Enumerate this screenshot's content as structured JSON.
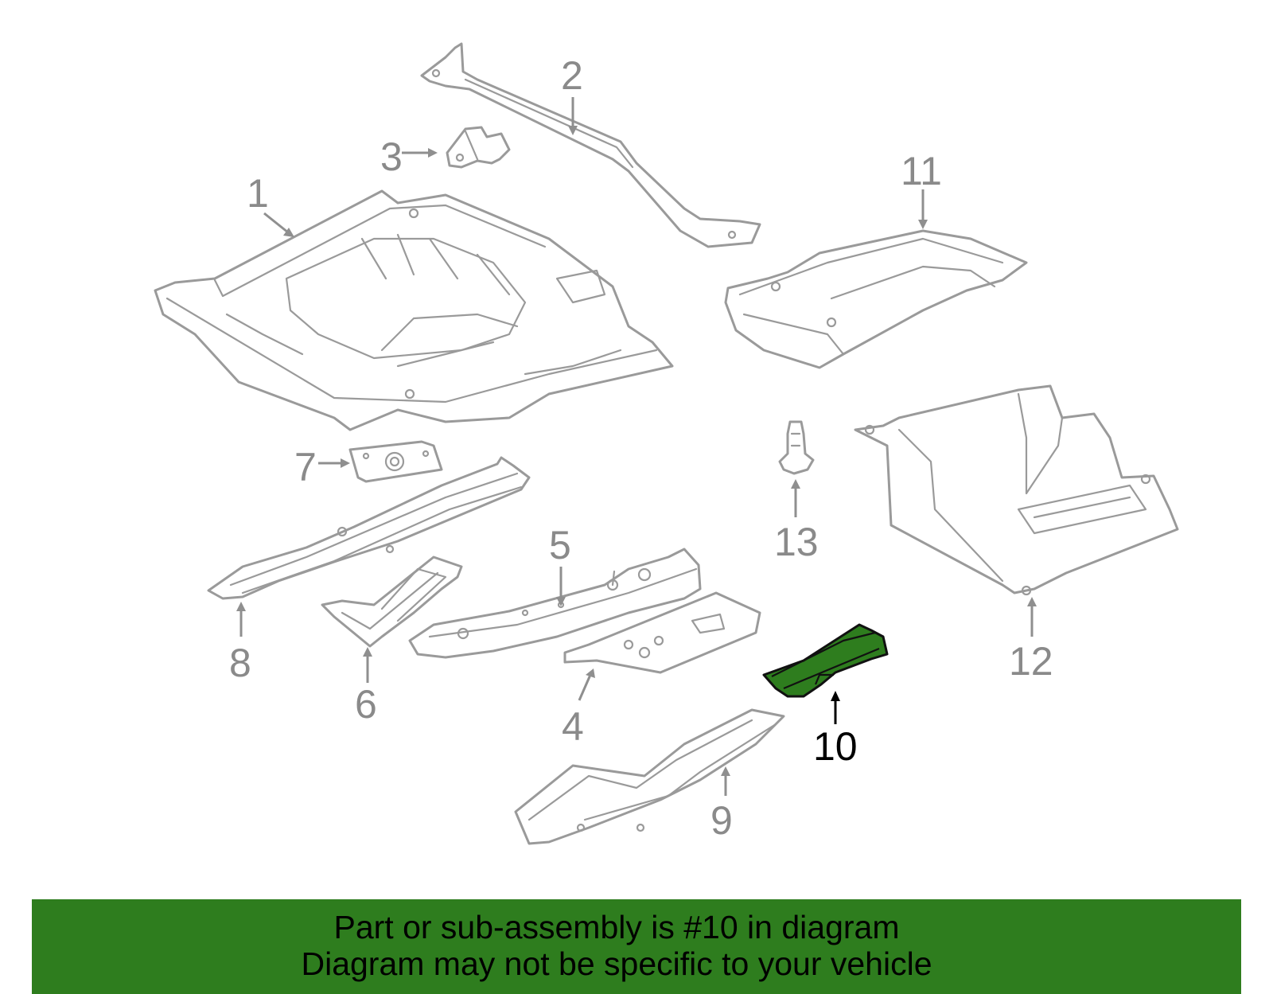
{
  "colors": {
    "highlight": "#2e7d1e",
    "banner": "#2e7d1e",
    "outline": "#9a9a9a"
  },
  "diagram": {
    "highlighted_part": "10",
    "callouts": [
      "1",
      "2",
      "3",
      "4",
      "5",
      "6",
      "7",
      "8",
      "9",
      "10",
      "11",
      "12",
      "13"
    ]
  },
  "banner": {
    "line1": "Part or sub-assembly is #10 in diagram",
    "line2": "Diagram may not be specific to your vehicle"
  }
}
